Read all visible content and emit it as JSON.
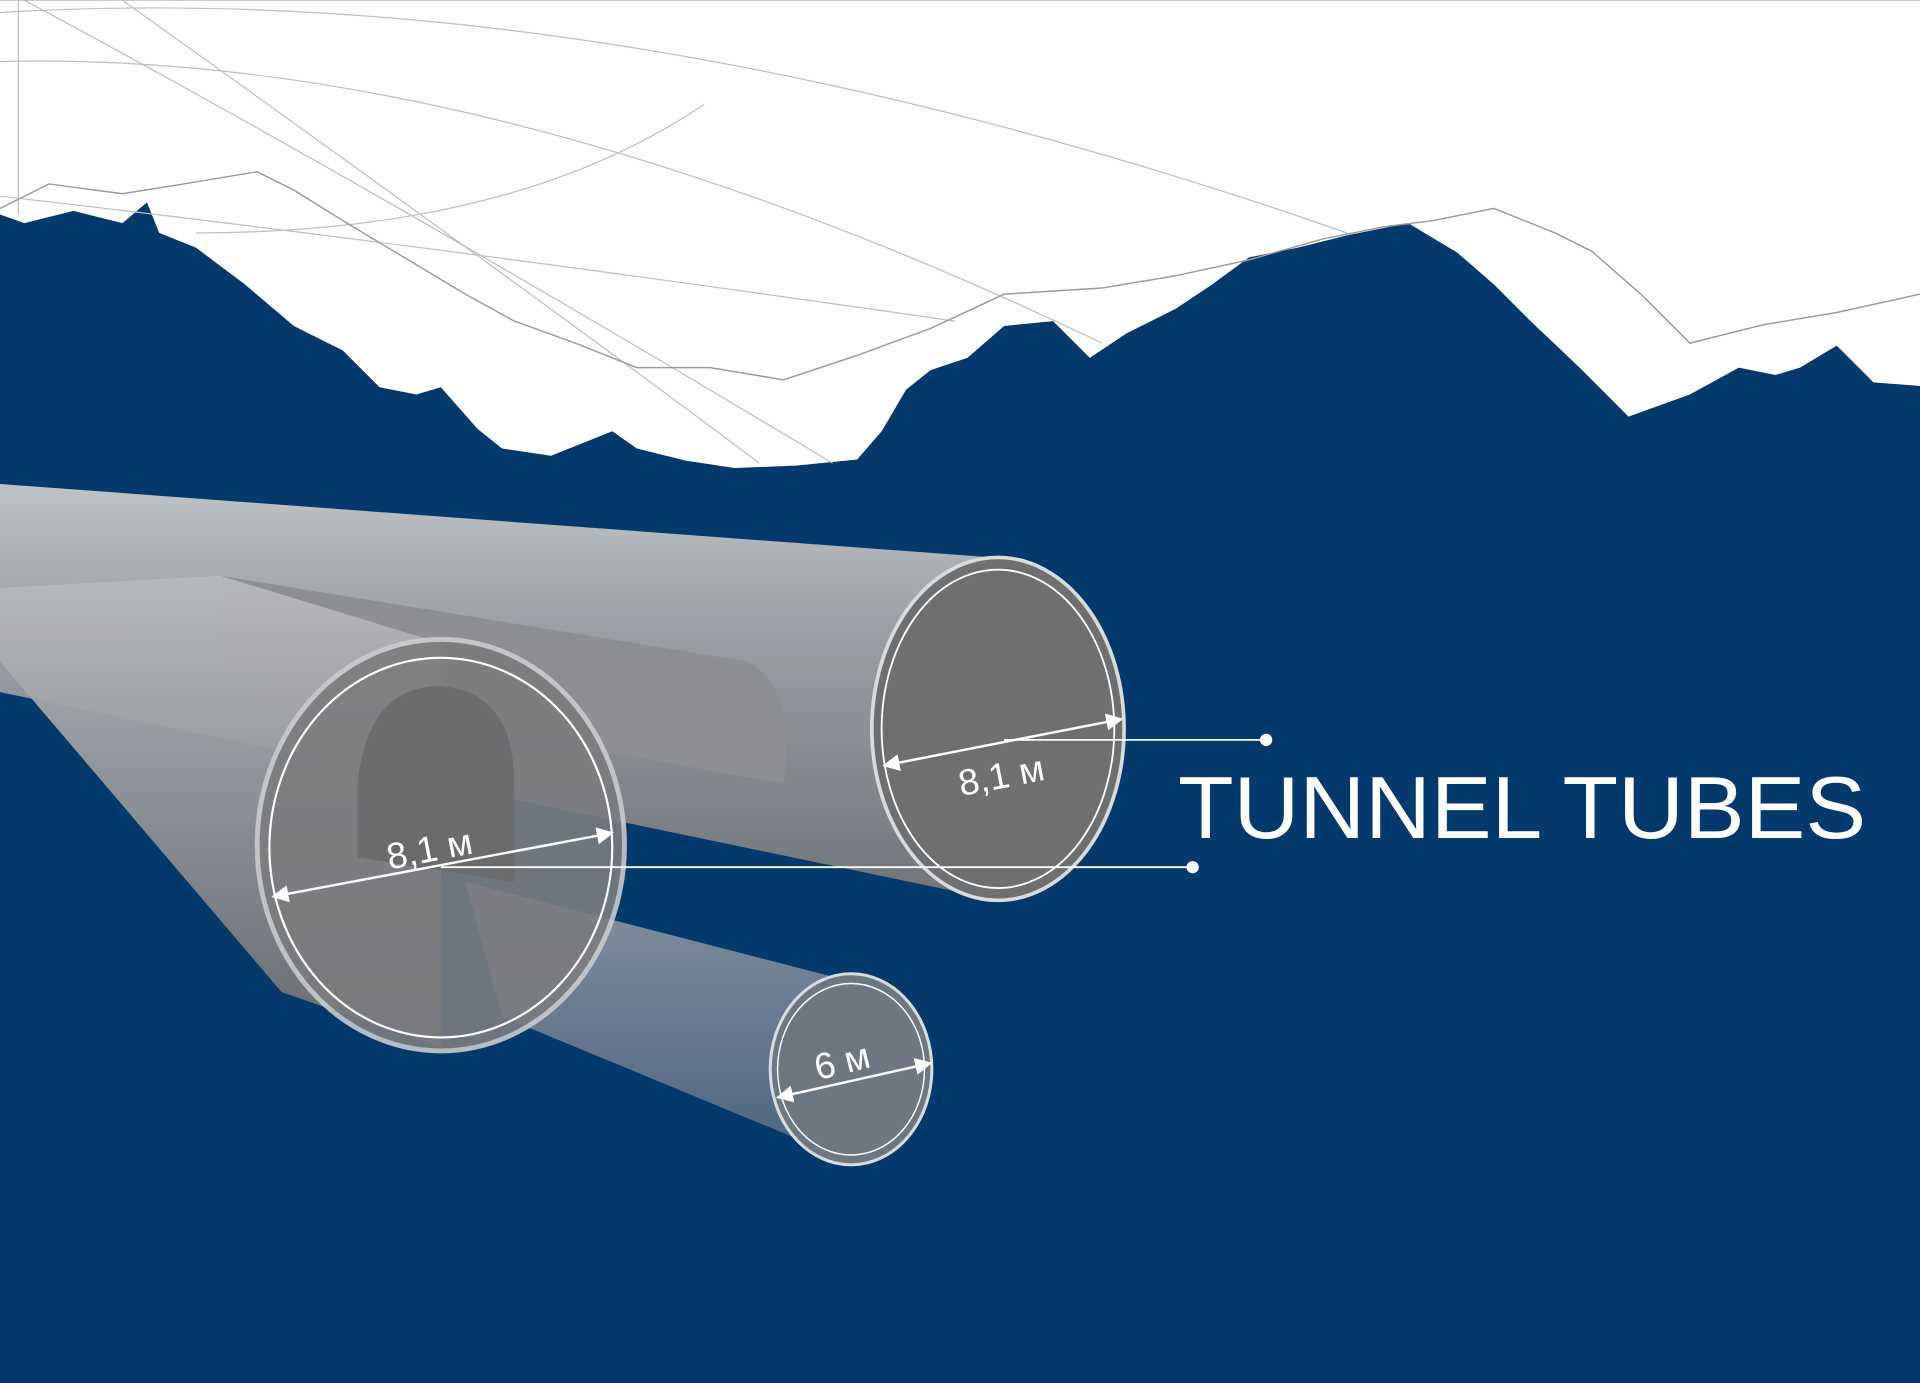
{
  "title": "TUNNEL TUBES",
  "colors": {
    "background": "#043a6b",
    "sky": "#ffffff",
    "tube": "#8a8c8f",
    "tube_face": "#707070",
    "line": "#ffffff"
  },
  "tubes": [
    {
      "name": "rear-main-tube",
      "diameter_label": "8,1 м"
    },
    {
      "name": "front-main-tube",
      "diameter_label": "8,1 м"
    },
    {
      "name": "service-tube",
      "diameter_label": "6 м"
    }
  ]
}
